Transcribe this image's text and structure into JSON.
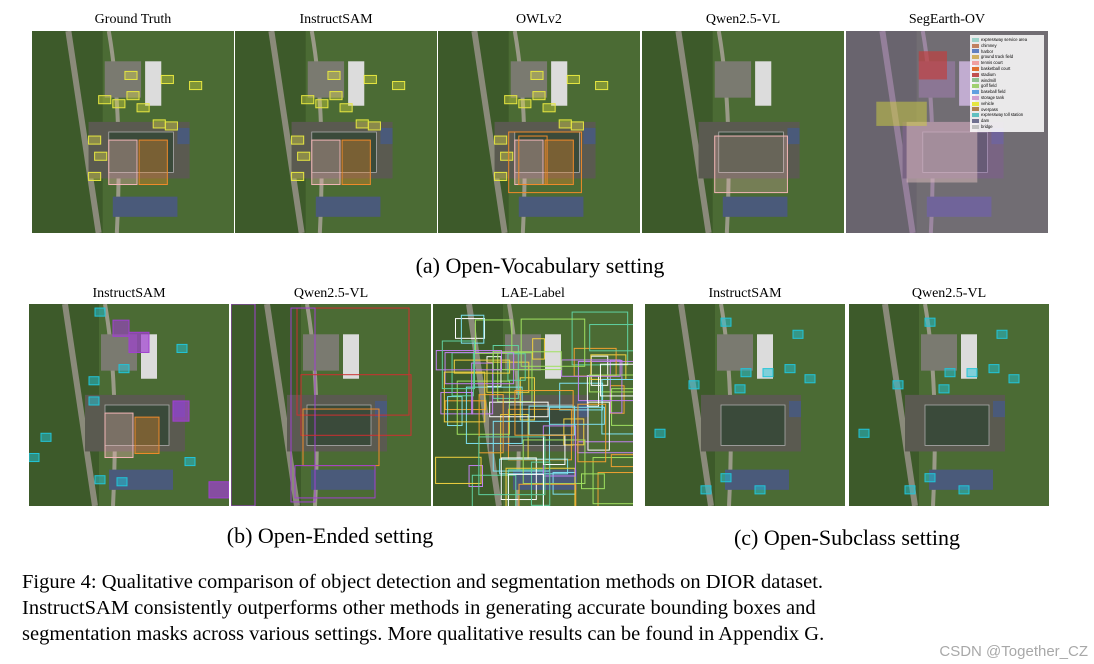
{
  "row_a": {
    "labels": [
      "Ground Truth",
      "InstructSAM",
      "OWLv2",
      "Qwen2.5-VL",
      "SegEarth-OV"
    ],
    "caption": "(a) Open-Vocabulary setting",
    "legend": [
      "expressway service area",
      "chimney",
      "harbor",
      "ground track field",
      "tennis court",
      "basketball court",
      "stadium",
      "windmill",
      "golf field",
      "baseball field",
      "storage tank",
      "vehicle",
      "overpass",
      "expressway toll station",
      "dam",
      "bridge"
    ]
  },
  "row_b": {
    "labels": [
      "InstructSAM",
      "Qwen2.5-VL",
      "LAE-Label"
    ],
    "caption": "(b) Open-Ended setting"
  },
  "row_c": {
    "labels": [
      "InstructSAM",
      "Qwen2.5-VL"
    ],
    "caption": "(c) Open-Subclass setting"
  },
  "figure_caption": {
    "line1": "Figure 4: Qualitative comparison of object detection and segmentation methods on DIOR dataset.",
    "line2": "InstructSAM consistently outperforms other methods in generating accurate bounding boxes and",
    "line3": "segmentation masks across various settings. More qualitative results can be found in Appendix G."
  },
  "watermark": "CSDN @Together_CZ",
  "colors": {
    "vehicle": "#e6e640",
    "court": "#f08a2a",
    "tennis": "#f3b6b6",
    "building": "#a040d0",
    "car": "#22c4d8"
  }
}
